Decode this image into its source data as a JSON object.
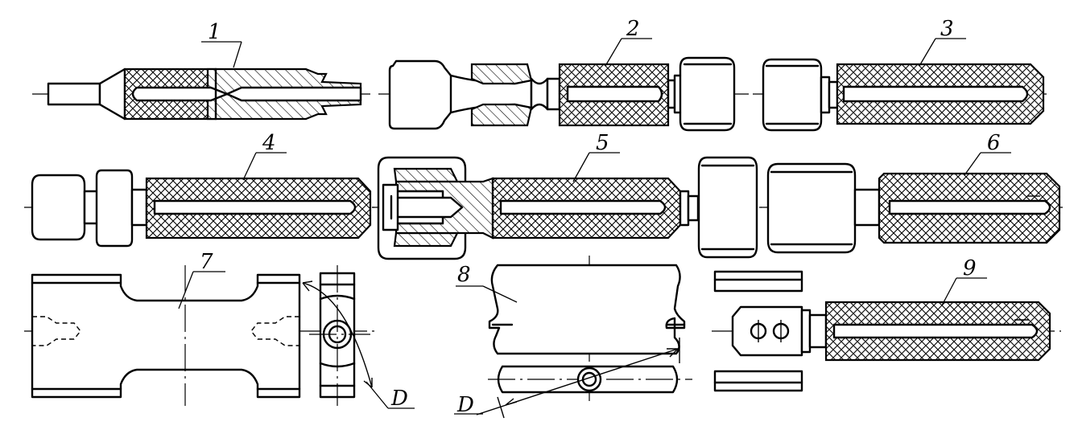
{
  "labels": {
    "p1": "1",
    "p2": "2",
    "p3": "3",
    "p4": "4",
    "p5": "5",
    "p6": "6",
    "p7": "7",
    "p8": "8",
    "p9": "9",
    "d_left": "D",
    "d_right": "D"
  }
}
